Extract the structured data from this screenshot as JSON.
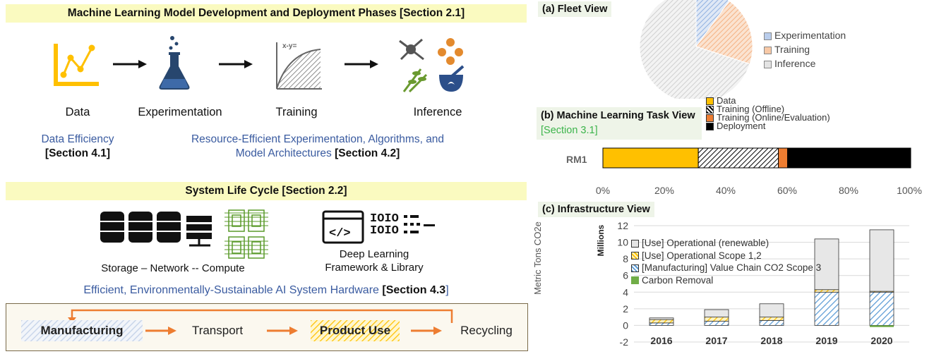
{
  "left": {
    "ml_banner": "Machine Learning Model Development and Deployment Phases [Section 2.1]",
    "phases": [
      "Data",
      "Experimentation",
      "Training",
      "Inference"
    ],
    "data_eff_1": "Data Efficiency",
    "data_eff_2": "[Section 4.1]",
    "res_eff_1": "Resource-Efficient Experimentation, Algorithms, and",
    "res_eff_2": "Model Architectures",
    "res_eff_3": "[Section 4.2]",
    "training_icon_text": "x-y=",
    "sys_banner": "System Life Cycle [Section 2.2]",
    "storage_label": "Storage – Network -- Compute",
    "dl_label_1": "Deep Learning",
    "dl_label_2": "Framework & Library",
    "bits_1": "IOIO",
    "bits_2": "IOIO",
    "code_glyph": "</>",
    "hw_1": "Efficient, Environmentally-Sustainable AI System Hardware",
    "hw_2": "[Section 4.3",
    "hw_3": "]",
    "lifecycle": [
      "Manufacturing",
      "Transport",
      "Product Use",
      "Recycling"
    ]
  },
  "colors": {
    "experimentation": "#8fb0e0",
    "training": "#f4b183",
    "inference": "#d9d9d9",
    "data": "#ffc000",
    "training_online": "#ed7d31",
    "deployment": "#000000",
    "operational_renewable": "#e5e5e5",
    "scope12": "#ffc000",
    "scope3": "#8fb0e0",
    "carbon_removal": "#70ad47"
  },
  "fleet": {
    "title": "(a) Fleet View",
    "legend": [
      "Experimentation",
      "Training",
      "Inference"
    ]
  },
  "task": {
    "title": "(b) Machine Learning Task View",
    "section": "[Section 3.1]",
    "legend": [
      "Data",
      "Training (Offline)",
      "Training (Online/Evaluation)",
      "Deployment"
    ],
    "row_label": "RM1",
    "ticks": [
      "0%",
      "20%",
      "40%",
      "60%",
      "80%",
      "100%"
    ]
  },
  "infra": {
    "title": "(c) Infrastructure View",
    "ylabel": "Metric Tons CO2e",
    "ylabel2": "Millions",
    "yticks": [
      "12",
      "10",
      "8",
      "6",
      "4",
      "2",
      "0",
      "-2"
    ],
    "legend": [
      "[Use] Operational (renewable)",
      "[Use] Operational Scope 1,2",
      "[Manufacturing] Value Chain CO2 Scope 3",
      "Carbon Removal"
    ]
  },
  "chart_data": [
    {
      "type": "pie",
      "categories": [
        "Experimentation",
        "Training",
        "Inference"
      ],
      "values": [
        10,
        20,
        70
      ]
    },
    {
      "type": "bar",
      "categories": [
        "RM1"
      ],
      "series": [
        {
          "name": "Data",
          "values": [
            31
          ]
        },
        {
          "name": "Training (Offline)",
          "values": [
            26
          ]
        },
        {
          "name": "Training (Online/Evaluation)",
          "values": [
            3
          ]
        },
        {
          "name": "Deployment",
          "values": [
            40
          ]
        }
      ],
      "xlim": [
        0,
        100
      ]
    },
    {
      "type": "bar",
      "categories": [
        "2016",
        "2017",
        "2018",
        "2019",
        "2020"
      ],
      "series": [
        {
          "name": "[Manufacturing] Value Chain CO2 Scope 3",
          "values": [
            0.3,
            0.5,
            0.6,
            4.0,
            4.0
          ]
        },
        {
          "name": "[Use] Operational Scope 1,2",
          "values": [
            0.4,
            0.5,
            0.4,
            0.3,
            0.1
          ]
        },
        {
          "name": "[Use] Operational (renewable)",
          "values": [
            0.2,
            0.9,
            1.6,
            6.1,
            7.4
          ]
        },
        {
          "name": "Carbon Removal",
          "values": [
            0,
            0,
            0,
            0,
            -0.2
          ]
        }
      ],
      "ylim": [
        -2,
        12
      ]
    }
  ]
}
